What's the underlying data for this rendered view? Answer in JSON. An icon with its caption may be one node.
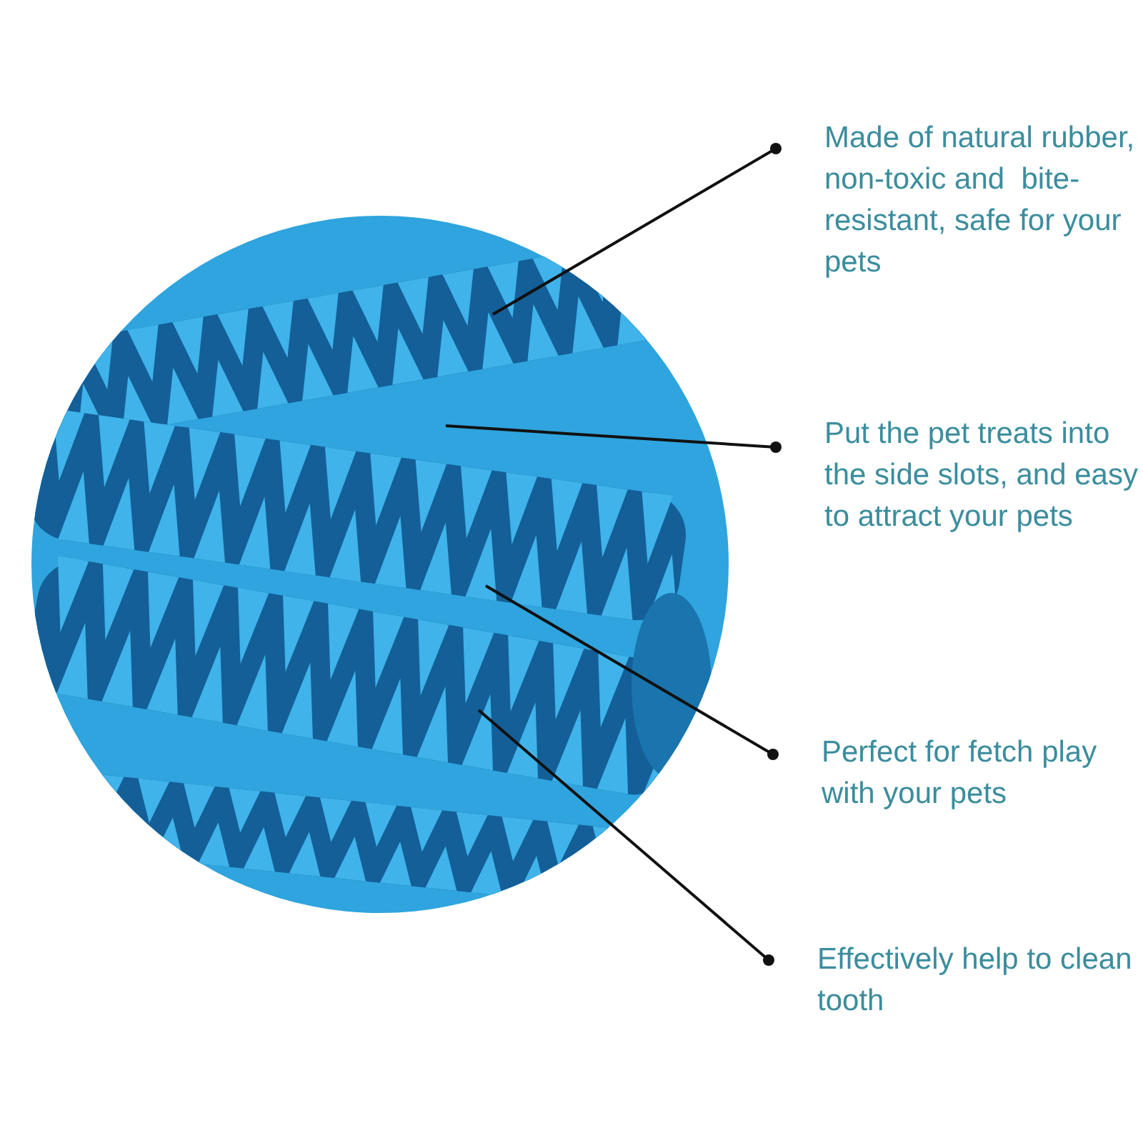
{
  "diagram": {
    "nodes": [
      {
        "text": [
          "Made of natural rubber,  non-toxic and  bite-resistant, safe for your pets"
        ]
      },
      {
        "text": [
          "Put the pet treats into the side slots, and easy to attract your pets"
        ]
      },
      {
        "text": [
          "Perfect for fetch play with your pets"
        ]
      },
      {
        "text": [
          "Effectively help to clean tooth"
        ]
      }
    ],
    "edges": [
      {
        "from": 0,
        "to": null,
        "arrow": "other"
      },
      {
        "from": 1,
        "to": null,
        "arrow": "other"
      },
      {
        "from": 2,
        "to": null,
        "arrow": "other"
      },
      {
        "from": 3,
        "to": null,
        "arrow": "other"
      }
    ]
  }
}
